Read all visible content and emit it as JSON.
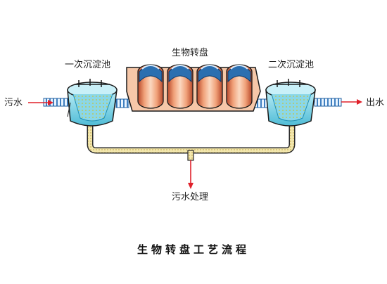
{
  "labels": {
    "primary_clarifier": "一次沉淀池",
    "rotating_disc": "生物转盘",
    "secondary_clarifier": "二次沉淀池",
    "sewage_in": "污水",
    "water_out": "出水",
    "sludge_treatment": "污水处理"
  },
  "caption": "生物转盘工艺流程",
  "colors": {
    "water": "#7fd3e6",
    "water_dark": "#1f8fb5",
    "pipe": "#3f7fc0",
    "arrow": "#e0202a",
    "sludge": "#f2e6a8",
    "trough": "#f6c7a8",
    "drum_stripe": "#2b6fb0",
    "drum_core": "#e08a5a"
  },
  "disc_count": 4
}
